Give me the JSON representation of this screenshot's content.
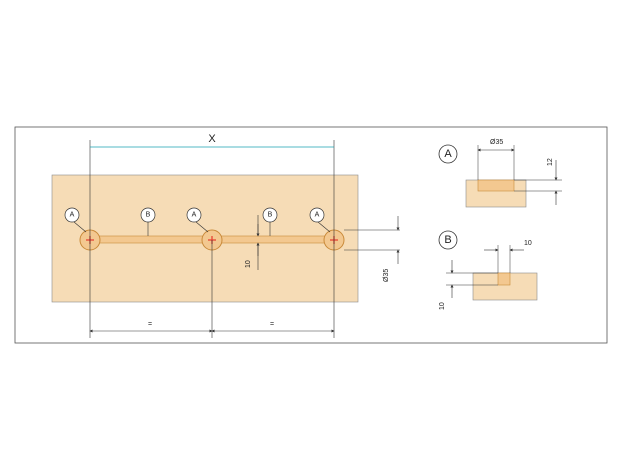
{
  "colors": {
    "wood": "#f6dcb6",
    "wood_edge": "#8a8a8a",
    "line": "#333333",
    "accent": "#1aa3b0",
    "hole_fill": "#f3c890",
    "hole_ring": "#c98a3a",
    "plus": "#e63b2e"
  },
  "main": {
    "dimension_x": "X",
    "equal_left": "=",
    "equal_right": "=",
    "slot_depth": "10",
    "hole_diameter": "Ø35",
    "callouts": [
      "A",
      "B",
      "A",
      "B",
      "A"
    ]
  },
  "detail_a": {
    "letter": "A",
    "width_label": "Ø35",
    "depth_label": "12"
  },
  "detail_b": {
    "letter": "B",
    "width_label": "10",
    "depth_label": "10"
  }
}
